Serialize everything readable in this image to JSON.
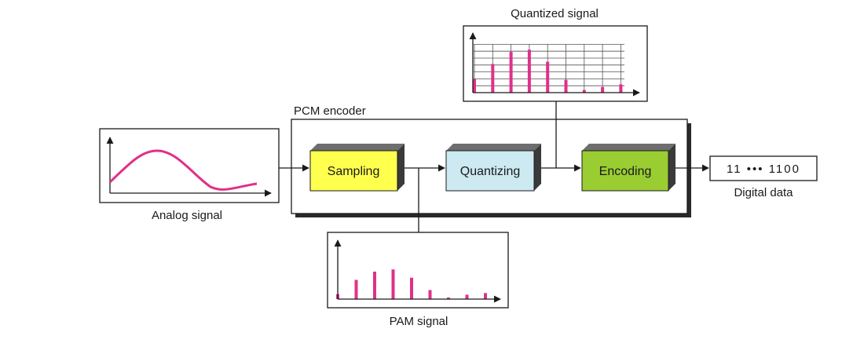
{
  "labels": {
    "analog_signal": "Analog signal",
    "pcm_encoder": "PCM encoder",
    "quantized_signal": "Quantized signal",
    "pam_signal": "PAM signal",
    "digital_data_caption": "Digital data",
    "digital_data_value": "11 ••• 1100"
  },
  "blocks": [
    {
      "id": "sampling",
      "label": "Sampling",
      "color": "#ffff4d"
    },
    {
      "id": "quantizing",
      "label": "Quantizing",
      "color": "#cde9f2"
    },
    {
      "id": "encoding",
      "label": "Encoding",
      "color": "#9acd32"
    }
  ],
  "colors": {
    "signal": "#e0308a",
    "block_side": "#3a3a3a",
    "block_top": "#6e6e6e",
    "outline": "#1a1a1a"
  },
  "pam_samples": [
    0.18,
    0.7,
    1.0,
    1.08,
    0.78,
    0.33,
    0.05,
    0.16,
    0.22
  ],
  "quantized_samples": [
    0.36,
    0.76,
    1.08,
    1.14,
    0.82,
    0.34,
    0.07,
    0.15,
    0.22
  ]
}
